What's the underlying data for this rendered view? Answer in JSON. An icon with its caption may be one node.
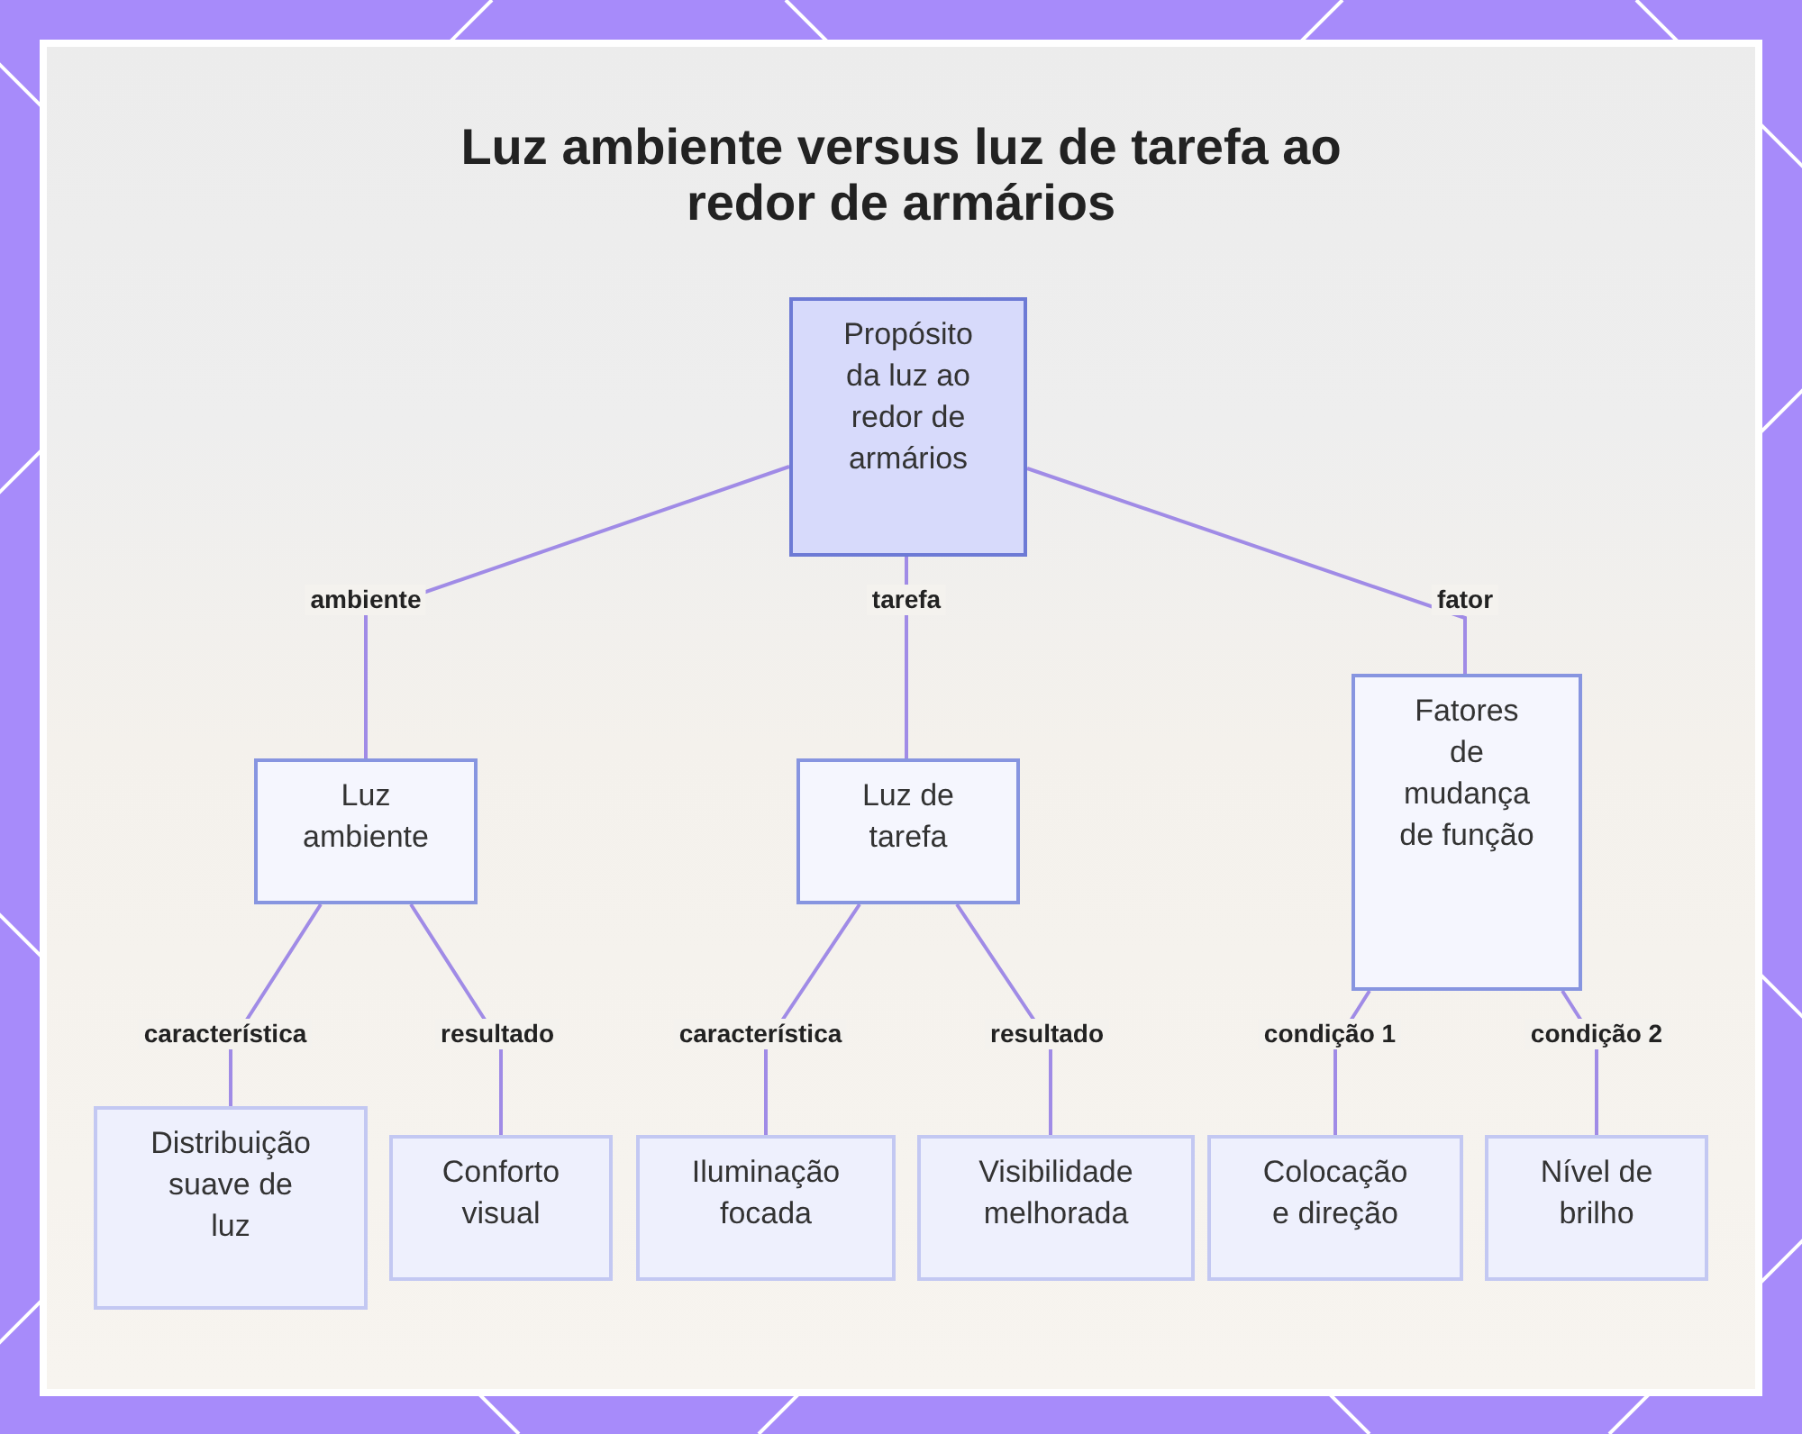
{
  "diagram": {
    "title": "Luz ambiente versus luz de tarefa ao redor de armários",
    "nodes": [
      {
        "text": [
          "Propósito da luz ao redor de armários"
        ]
      },
      {
        "text": [
          "Luz ambiente"
        ]
      },
      {
        "text": [
          "Luz de tarefa"
        ]
      },
      {
        "text": [
          "Fatores de mudança de função"
        ]
      },
      {
        "text": [
          "Distribuição suave de luz"
        ]
      },
      {
        "text": [
          "Conforto visual"
        ]
      },
      {
        "text": [
          "Iluminação focada"
        ]
      },
      {
        "text": [
          "Visibilidade melhorada"
        ]
      },
      {
        "text": [
          "Colocação e direção"
        ]
      },
      {
        "text": [
          "Nível de brilho"
        ]
      }
    ],
    "edges": [
      {
        "from": 0,
        "to": 1,
        "arrow": "none",
        "label": "ambiente"
      },
      {
        "from": 0,
        "to": 2,
        "arrow": "none",
        "label": "tarefa"
      },
      {
        "from": 0,
        "to": 3,
        "arrow": "none",
        "label": "fator"
      },
      {
        "from": 1,
        "to": 4,
        "arrow": "none",
        "label": "característica"
      },
      {
        "from": 1,
        "to": 5,
        "arrow": "none",
        "label": "resultado"
      },
      {
        "from": 2,
        "to": 6,
        "arrow": "none",
        "label": "característica"
      },
      {
        "from": 2,
        "to": 7,
        "arrow": "none",
        "label": "resultado"
      },
      {
        "from": 3,
        "to": 8,
        "arrow": "none",
        "label": "condição 1"
      },
      {
        "from": 3,
        "to": 9,
        "arrow": "none",
        "label": "condição 2"
      }
    ]
  }
}
